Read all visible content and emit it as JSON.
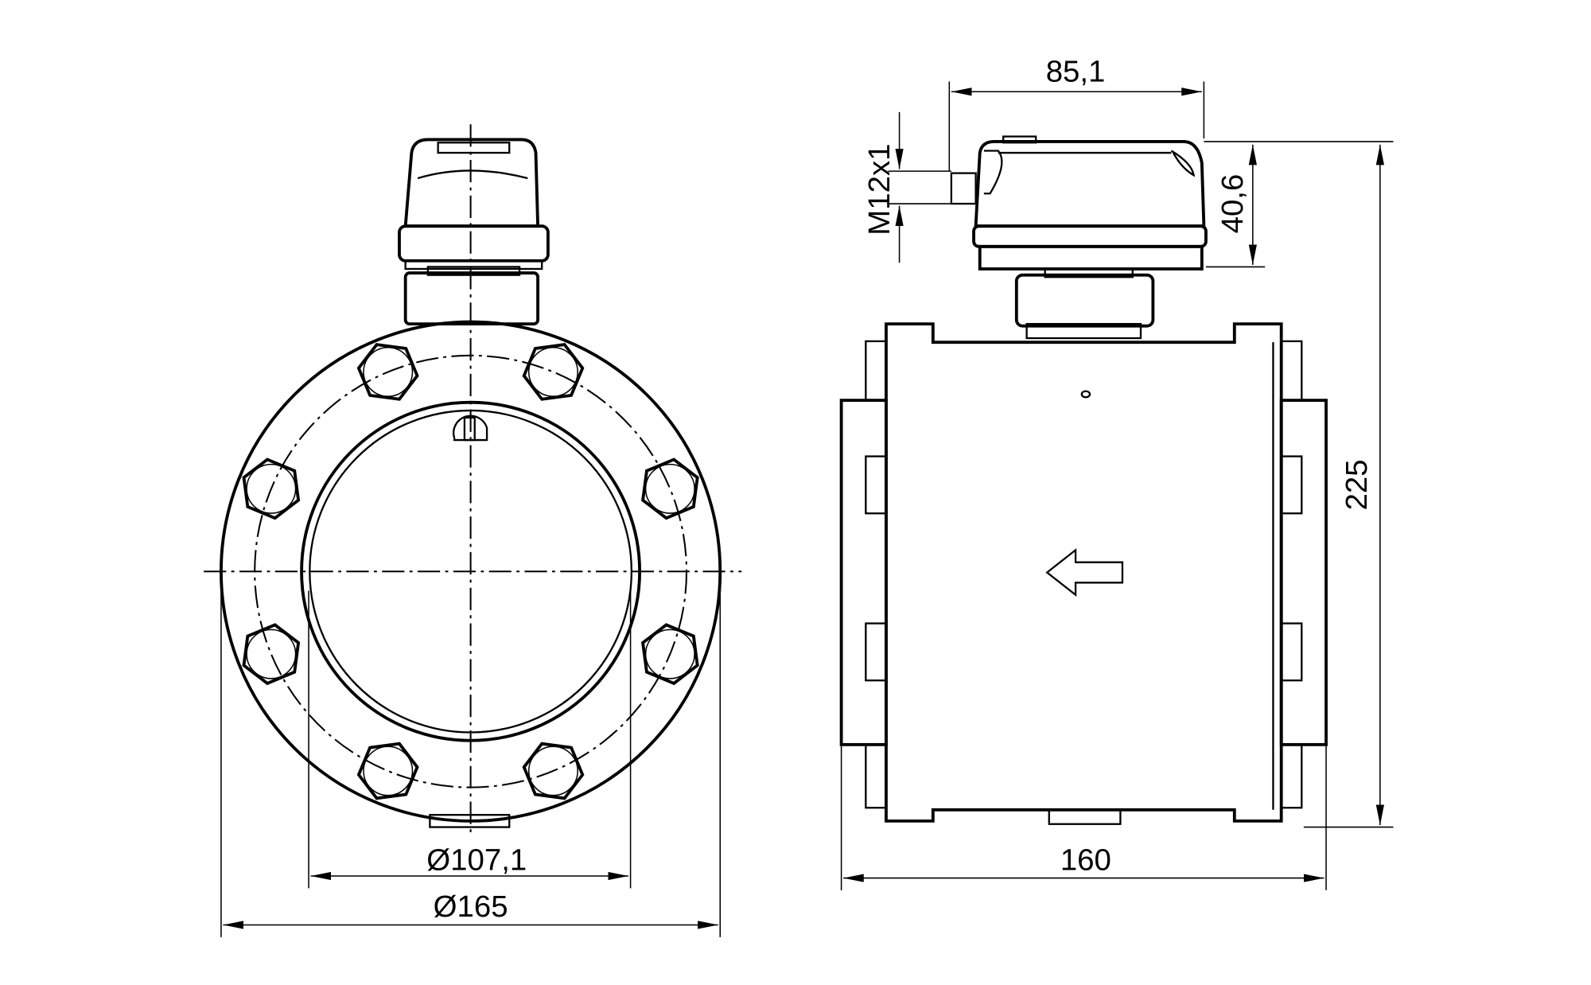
{
  "drawing": {
    "front_view": {
      "dimensions": {
        "bore_diameter": "Ø107,1",
        "flange_diameter": "Ø165"
      },
      "bolt_count": 8
    },
    "side_view": {
      "dimensions": {
        "head_width": "85,1",
        "connector": "M12x1",
        "head_height": "40,6",
        "total_height": "225",
        "length": "160"
      }
    }
  }
}
